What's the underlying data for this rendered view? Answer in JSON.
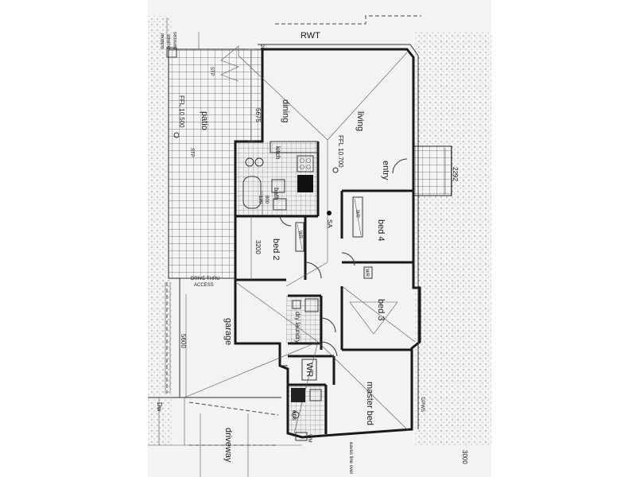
{
  "rooms": {
    "dining": "dining",
    "living": "living",
    "patio": "patio",
    "kitchen": "kitch",
    "bath": "bath",
    "bed2": "bed 2",
    "bed3": "bed 3",
    "bed4": "bed 4",
    "entry": "entry",
    "garage": "garage",
    "master": "master bed",
    "ens": "ens",
    "driveway": "driveway",
    "laundry": "dry laundry"
  },
  "annotations": {
    "rwt": "RWT",
    "outdoor_services": [
      "outdoor",
      "clothes",
      "services"
    ],
    "ffl_patio": "FFL 10.500",
    "ffl_living": "FFL 10.700",
    "stp_top": "STP",
    "stp_side": "STP",
    "sa": "SA",
    "drive_thru": [
      "DRIVE THRU",
      "ACCESS"
    ],
    "wr1": "WR",
    "wr2": "WR",
    "wr3": "WR",
    "wr4": "WR",
    "dw": "Dw",
    "eaves": "eaves line over",
    "dpws": "DPWS",
    "wm": "WM"
  },
  "dimensions": {
    "d5675": "5675",
    "d3200": "3200",
    "d5600": "5600",
    "d2292": "2292",
    "d3000": "3000",
    "d20": "20",
    "d120": "120",
    "d800": "800"
  }
}
